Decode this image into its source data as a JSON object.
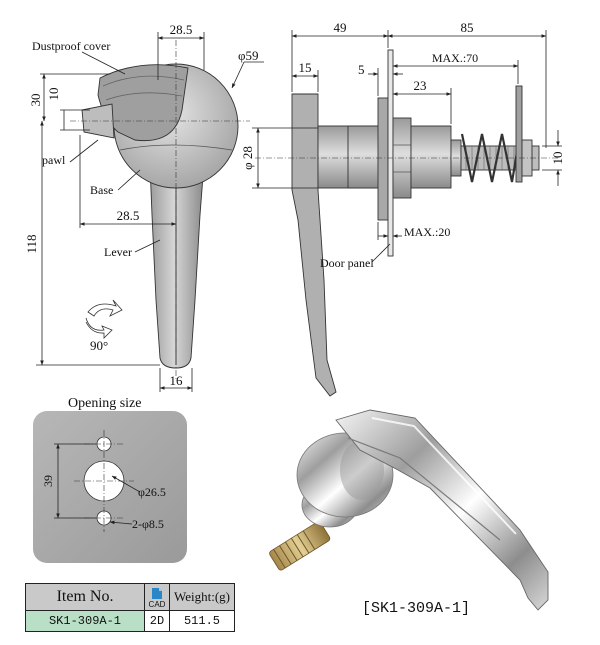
{
  "front_view": {
    "dim_top": "28.5",
    "dim_left_30": "30",
    "dim_left_10": "10",
    "dim_height": "118",
    "dim_mid": "28.5",
    "dim_bottom": "16",
    "dim_diameter": "φ59",
    "rotation": "90°",
    "label_cover": "Dustproof cover",
    "label_pawl": "pawl",
    "label_base": "Base",
    "label_lever": "Lever"
  },
  "side_view": {
    "dim_49": "49",
    "dim_85": "85",
    "dim_15": "15",
    "dim_5": "5",
    "dim_max70": "MAX.:70",
    "dim_23": "23",
    "dim_28": "φ 28",
    "dim_10": "10",
    "dim_max20": "MAX.:20",
    "label_door": "Door panel"
  },
  "opening": {
    "title": "Opening size",
    "dim_39": "39",
    "dim_265": "φ26.5",
    "dim_85": "2-φ8.5"
  },
  "product_code": "[SK1-309A-1]",
  "spec_table": {
    "h_item": "Item No.",
    "h_cad": "CAD",
    "h_weight": "Weight:(g)",
    "item": "SK1-309A-1",
    "cad": "2D",
    "weight": "511.5"
  },
  "colors": {
    "metal_dark": "#8c8c8c",
    "metal_mid": "#b4b4b4",
    "metal_light": "#dcdcdc",
    "plate": "#a8a8a8",
    "row_green": "#b9e0c6",
    "header_gray": "#c9c9c9",
    "cad_blue": "#2b86c8"
  }
}
